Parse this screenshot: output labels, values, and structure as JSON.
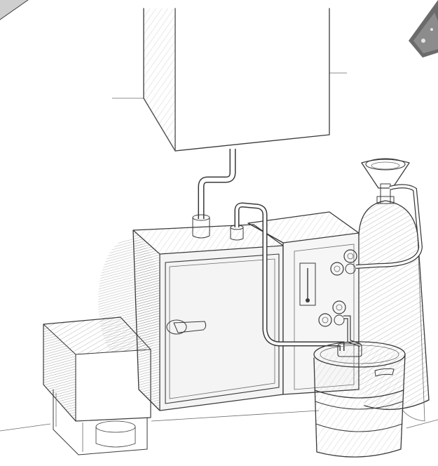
{
  "scene": {
    "style": "pencil-sketch",
    "objects": [
      "ceiling-duct",
      "flexible-hose",
      "refrigerator-cabinet",
      "control-panel",
      "gas-cylinder",
      "pressure-regulator-gauges",
      "beer-keg",
      "drip-tray-box",
      "corner-metal-plate"
    ]
  },
  "colors": {
    "ink": "#3a3a3a",
    "shade": "#bdbdbd",
    "paper": "#ffffff"
  }
}
